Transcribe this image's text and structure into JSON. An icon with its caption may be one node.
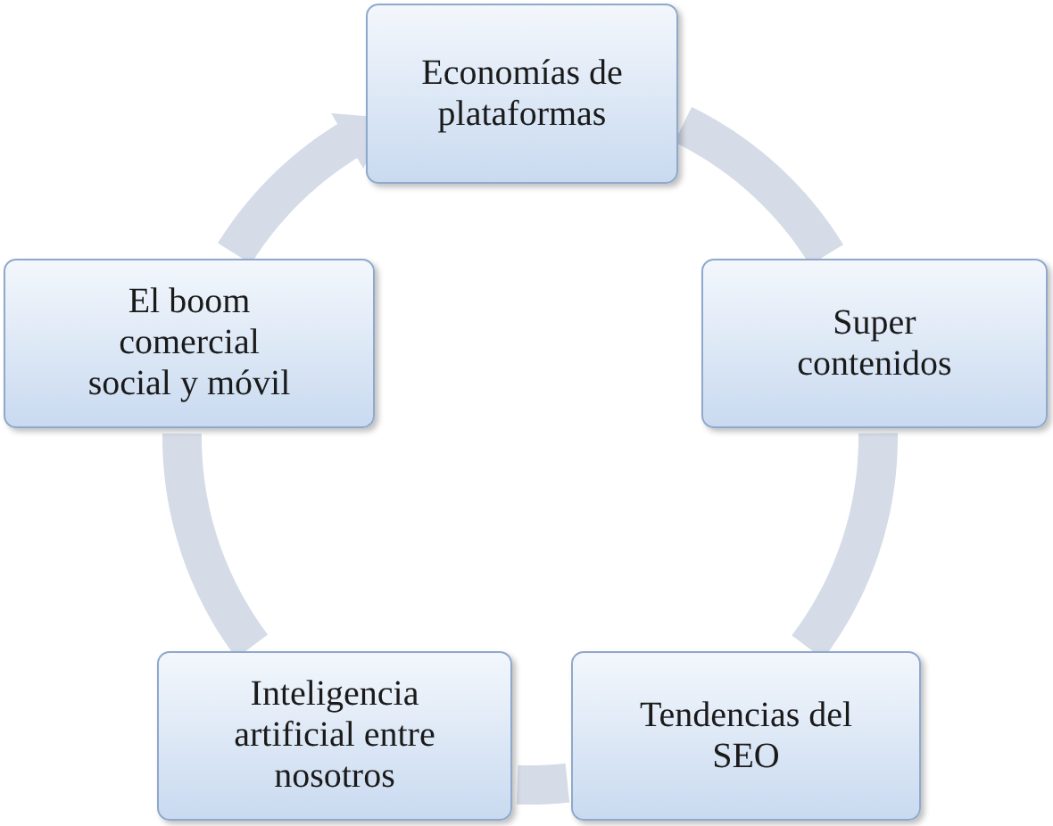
{
  "diagram": {
    "nodes": [
      {
        "text": [
          "Economías de plataformas"
        ]
      },
      {
        "text": [
          "Super contenidos"
        ]
      },
      {
        "text": [
          "Tendencias del SEO"
        ]
      },
      {
        "text": [
          "Inteligencia artificial entre nosotros"
        ]
      },
      {
        "text": [
          "El boom comercial social y móvil"
        ]
      }
    ],
    "edges": [
      {
        "from": 0,
        "to": 1,
        "arrow": "none"
      },
      {
        "from": 1,
        "to": 2,
        "arrow": "none"
      },
      {
        "from": 2,
        "to": 3,
        "arrow": "none"
      },
      {
        "from": 3,
        "to": 4,
        "arrow": "none"
      },
      {
        "from": 4,
        "to": 0,
        "arrow": "to"
      }
    ]
  }
}
